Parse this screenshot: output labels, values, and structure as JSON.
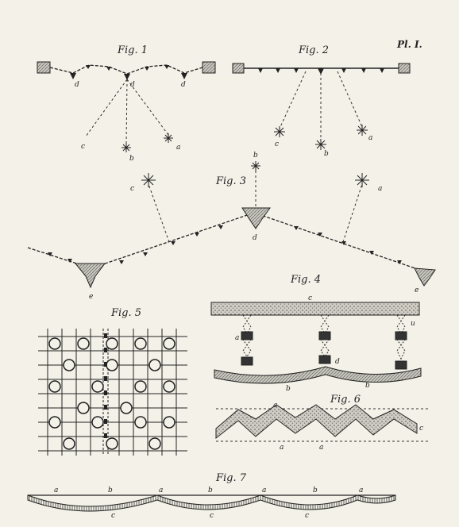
{
  "plate_label": "Pl. I.",
  "figures": {
    "fig1": {
      "title": "Fig. 1",
      "letters": {
        "d_left": "d",
        "d_center": "d",
        "d_right": "d",
        "c": "c",
        "b": "b",
        "a": "a"
      }
    },
    "fig2": {
      "title": "Fig. 2",
      "letters": {
        "c": "c",
        "b": "b",
        "a": "a"
      }
    },
    "fig3": {
      "title": "Fig. 3",
      "letters": {
        "b": "b",
        "c": "c",
        "a": "a",
        "d": "d",
        "e_left": "e",
        "e_right": "e"
      }
    },
    "fig4": {
      "title": "Fig. 4",
      "letters": {
        "c": "c",
        "a": "a",
        "u": "u",
        "d": "d",
        "b_left": "b",
        "b_right": "b"
      }
    },
    "fig5": {
      "title": "Fig. 5"
    },
    "fig6": {
      "title": "Fig. 6",
      "letters": {
        "a_top": "a",
        "a_bottom_left": "a",
        "a_bottom_right": "a",
        "c": "c"
      }
    },
    "fig7": {
      "title": "Fig. 7",
      "letters": {
        "a1": "a",
        "b1": "b",
        "a2": "a",
        "b2": "b",
        "a3": "a",
        "b3": "b",
        "a4": "a",
        "c1": "c",
        "c2": "c",
        "c3": "c"
      }
    }
  },
  "colors": {
    "ink": "#222222",
    "paper": "#f4f1e8",
    "hatch": "#b5b5b5"
  }
}
